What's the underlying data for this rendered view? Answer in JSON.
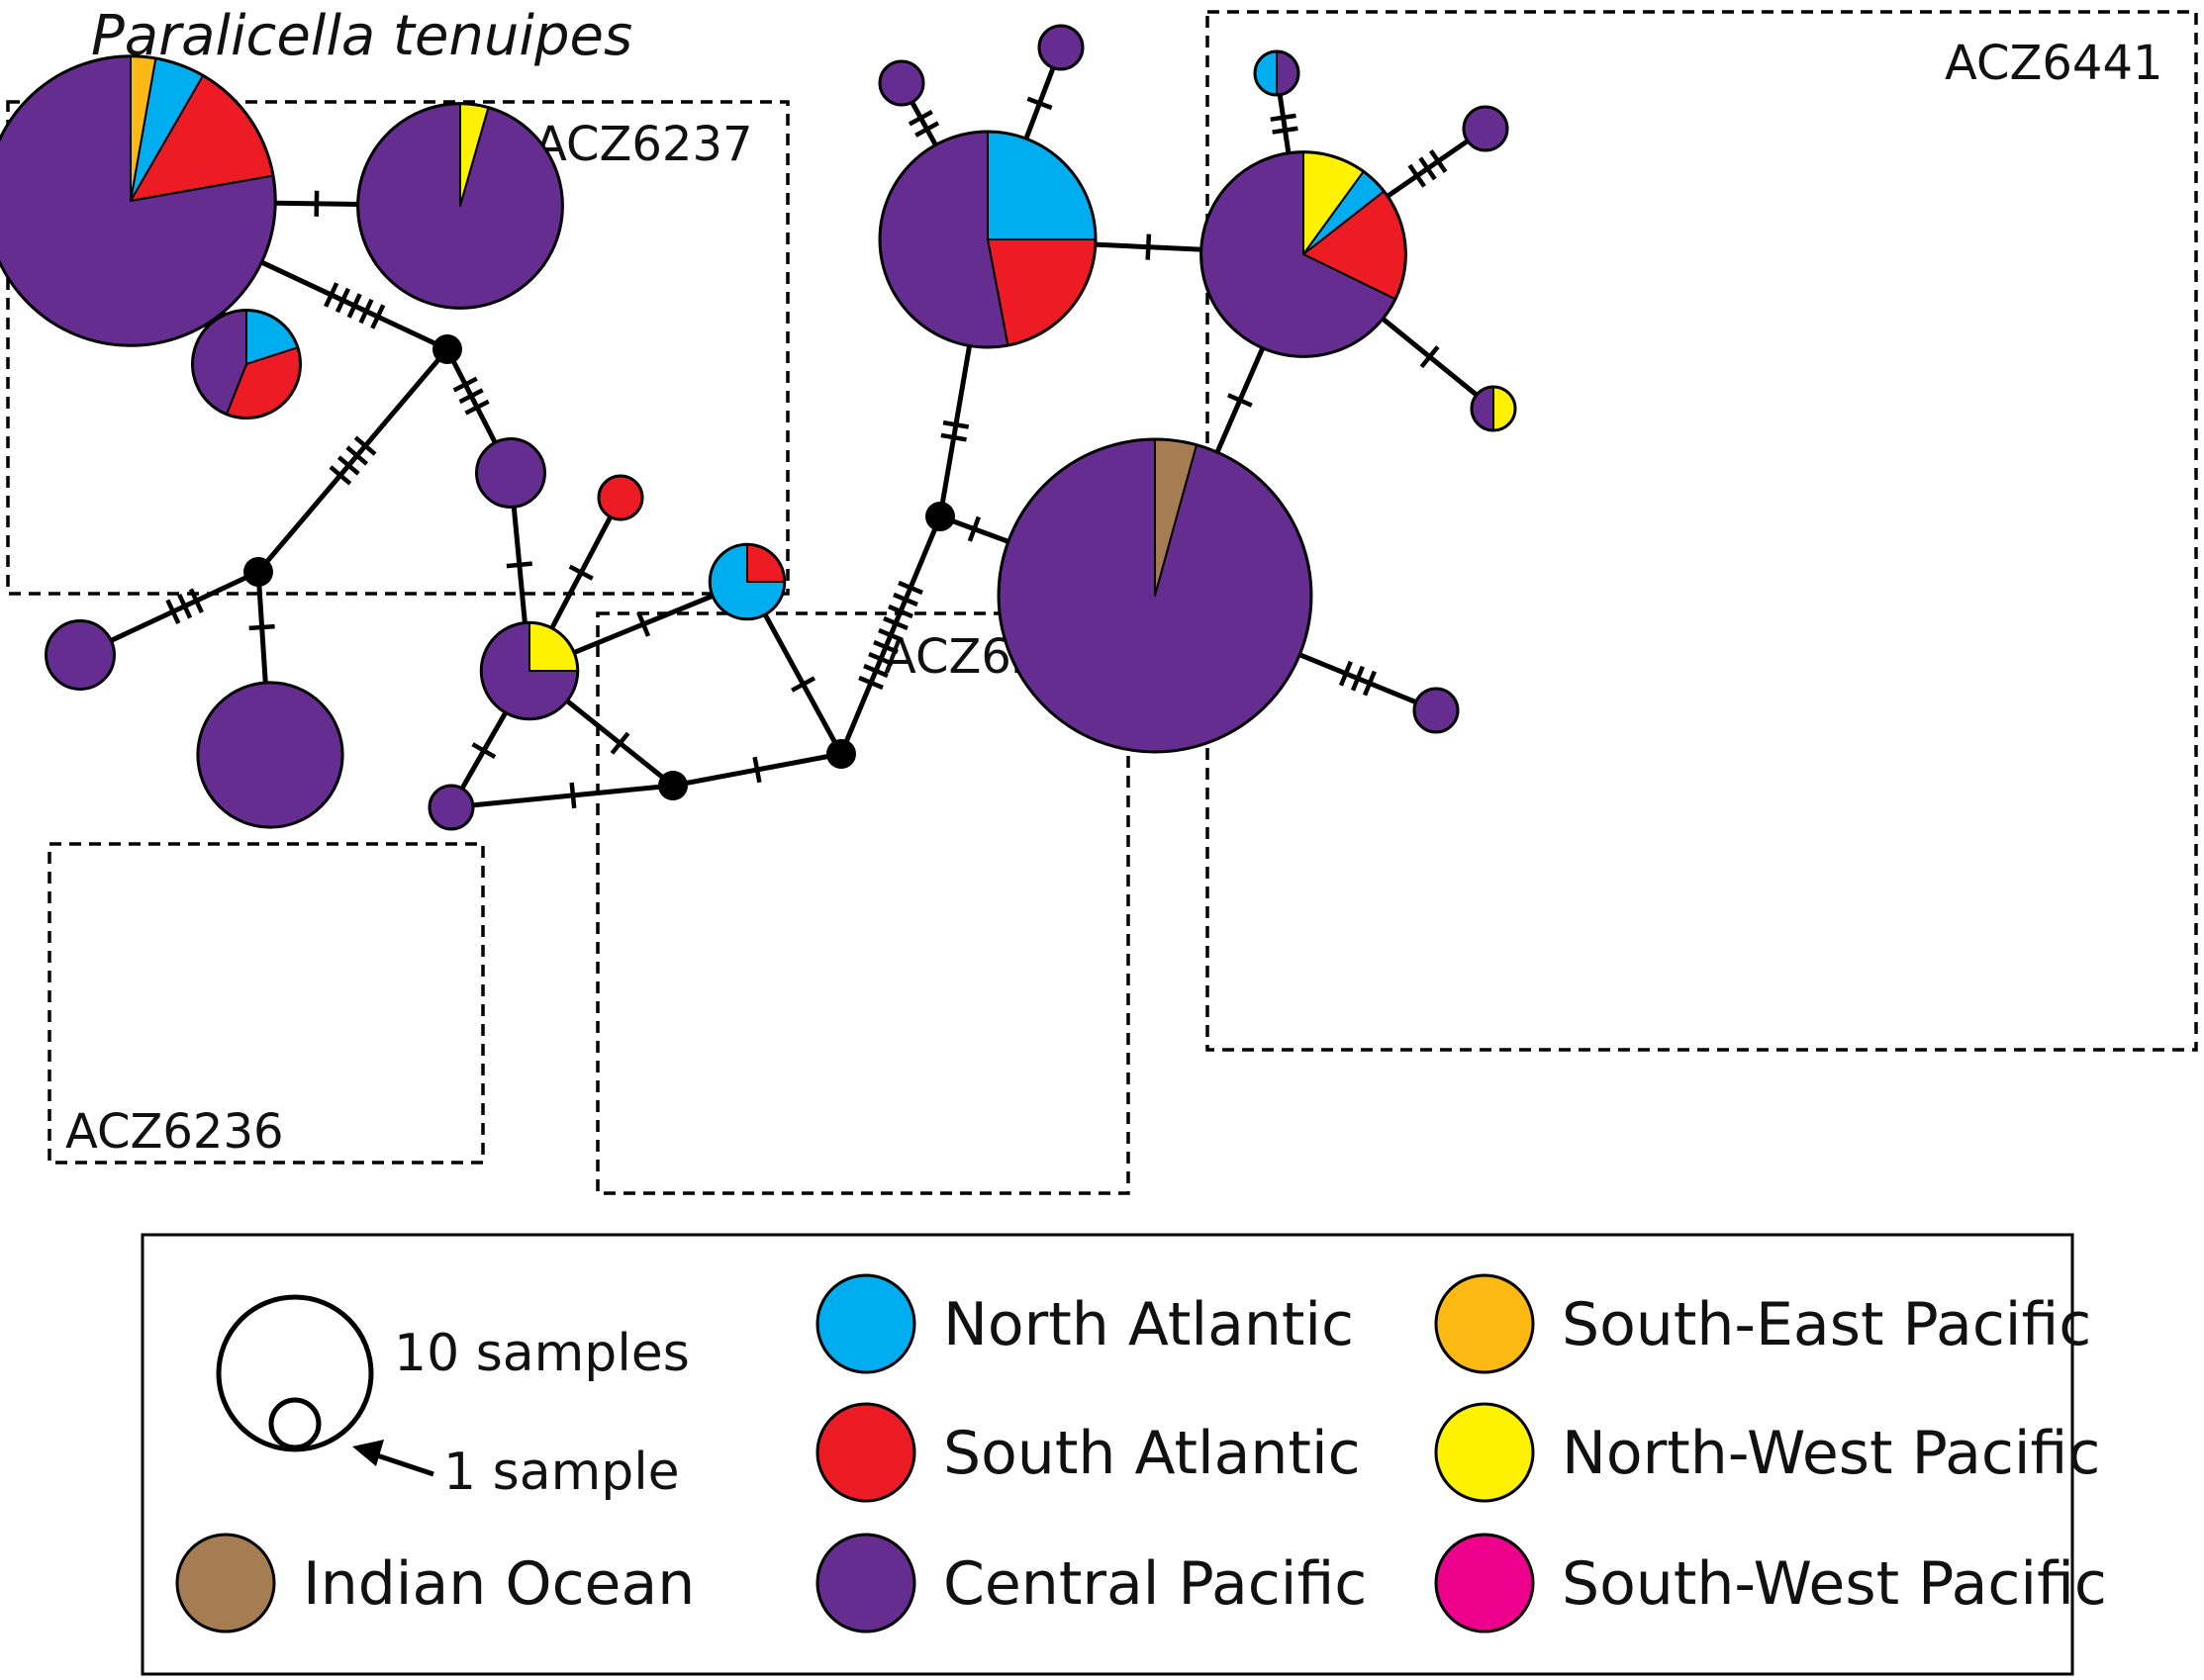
{
  "title": "Paralicella tenuipes",
  "colors": {
    "North Atlantic": "#00AEEF",
    "South Atlantic": "#ED1C24",
    "Central Pacific": "#662D91",
    "South-East Pacific": "#FDB913",
    "North-West Pacific": "#FFF200",
    "South-West Pacific": "#EC008C",
    "Indian Ocean": "#A67C52"
  },
  "groups": [
    {
      "id": "g6237",
      "label": "ACZ6237"
    },
    {
      "id": "g6235",
      "label": "ACZ6235"
    },
    {
      "id": "g6236",
      "label": "ACZ6236"
    },
    {
      "id": "g6441",
      "label": "ACZ6441"
    }
  ],
  "haplotypes": [
    {
      "id": "A1",
      "samples": 18,
      "composition": {
        "South-East Pacific": 0.5,
        "North Atlantic": 1,
        "South Atlantic": 2.5,
        "Central Pacific": 14
      }
    },
    {
      "id": "A2",
      "samples": 9,
      "composition": {
        "North-West Pacific": 0.4,
        "Central Pacific": 8.6
      }
    },
    {
      "id": "A3",
      "samples": 2.5,
      "composition": {
        "North Atlantic": 0.5,
        "South Atlantic": 0.9,
        "Central Pacific": 1.1
      }
    },
    {
      "id": "C1",
      "samples": 1,
      "composition": {
        "Central Pacific": 1
      }
    },
    {
      "id": "C2",
      "samples": 4.5,
      "composition": {
        "Central Pacific": 4.5
      }
    },
    {
      "id": "B1",
      "samples": 1,
      "composition": {
        "Central Pacific": 1
      }
    },
    {
      "id": "B2",
      "samples": 0.6,
      "composition": {
        "South Atlantic": 0.6
      }
    },
    {
      "id": "B3",
      "samples": 1.2,
      "composition": {
        "South Atlantic": 0.3,
        "North Atlantic": 0.9
      }
    },
    {
      "id": "B4",
      "samples": 2,
      "composition": {
        "North-West Pacific": 0.5,
        "Central Pacific": 1.5
      }
    },
    {
      "id": "B5",
      "samples": 0.8,
      "composition": {
        "Central Pacific": 0.8
      }
    },
    {
      "id": "D1",
      "samples": 10,
      "composition": {
        "North Atlantic": 2.5,
        "South Atlantic": 2.2,
        "Central Pacific": 5.3
      }
    },
    {
      "id": "D2",
      "samples": 9,
      "composition": {
        "North-West Pacific": 0.9,
        "North Atlantic": 0.4,
        "South Atlantic": 1.6,
        "Central Pacific": 6.1
      }
    },
    {
      "id": "D3",
      "samples": 21,
      "composition": {
        "Indian Ocean": 0.9,
        "Central Pacific": 20.1
      }
    },
    {
      "id": "D4",
      "samples": 0.8,
      "composition": {
        "Central Pacific": 0.8
      }
    },
    {
      "id": "D5",
      "samples": 0.8,
      "composition": {
        "Central Pacific": 0.8
      }
    },
    {
      "id": "D6",
      "samples": 0.8,
      "composition": {
        "Central Pacific": 0.4,
        "North Atlantic": 0.4
      }
    },
    {
      "id": "D7",
      "samples": 0.8,
      "composition": {
        "Central Pacific": 0.8
      }
    },
    {
      "id": "D8",
      "samples": 0.8,
      "composition": {
        "North-West Pacific": 0.4,
        "Central Pacific": 0.4
      }
    },
    {
      "id": "D9",
      "samples": 0.8,
      "composition": {
        "Central Pacific": 0.8
      }
    }
  ],
  "median_vectors": [
    "M1",
    "M2",
    "M3",
    "M4",
    "M5"
  ],
  "edges": [
    {
      "from": "A1",
      "to": "A2",
      "mutations": 1
    },
    {
      "from": "A1",
      "to": "A3",
      "mutations": 1
    },
    {
      "from": "A1",
      "to": "M1",
      "mutations": 5
    },
    {
      "from": "M1",
      "to": "M2",
      "mutations": 4
    },
    {
      "from": "M1",
      "to": "B1",
      "mutations": 3
    },
    {
      "from": "M2",
      "to": "C1",
      "mutations": 3
    },
    {
      "from": "M2",
      "to": "C2",
      "mutations": 1
    },
    {
      "from": "B1",
      "to": "B4",
      "mutations": 1
    },
    {
      "from": "B4",
      "to": "B2",
      "mutations": 1
    },
    {
      "from": "B4",
      "to": "B3",
      "mutations": 1
    },
    {
      "from": "B4",
      "to": "B5",
      "mutations": 1
    },
    {
      "from": "B4",
      "to": "M3",
      "mutations": 1
    },
    {
      "from": "B5",
      "to": "M3",
      "mutations": 1
    },
    {
      "from": "M3",
      "to": "M4",
      "mutations": 1
    },
    {
      "from": "B3",
      "to": "M4",
      "mutations": 1
    },
    {
      "from": "M4",
      "to": "M5",
      "mutations": 9
    },
    {
      "from": "M5",
      "to": "D1",
      "mutations": 2
    },
    {
      "from": "M5",
      "to": "D3",
      "mutations": 1
    },
    {
      "from": "D1",
      "to": "D2",
      "mutations": 1
    },
    {
      "from": "D1",
      "to": "D4",
      "mutations": 2
    },
    {
      "from": "D1",
      "to": "D5",
      "mutations": 1
    },
    {
      "from": "D2",
      "to": "D6",
      "mutations": 2
    },
    {
      "from": "D2",
      "to": "D7",
      "mutations": 3
    },
    {
      "from": "D2",
      "to": "D8",
      "mutations": 1
    },
    {
      "from": "D2",
      "to": "D3",
      "mutations": 1
    },
    {
      "from": "D3",
      "to": "D9",
      "mutations": 3
    }
  ],
  "legend": {
    "scale_large_label": "10 samples",
    "scale_small_label": "1 sample",
    "items": [
      {
        "label": "North Atlantic",
        "region": "North Atlantic"
      },
      {
        "label": "South Atlantic",
        "region": "South Atlantic"
      },
      {
        "label": "Central Pacific",
        "region": "Central Pacific"
      },
      {
        "label": "South-East Pacific",
        "region": "South-East Pacific"
      },
      {
        "label": "North-West Pacific",
        "region": "North-West Pacific"
      },
      {
        "label": "South-West Pacific",
        "region": "South-West Pacific"
      },
      {
        "label": "Indian Ocean",
        "region": "Indian Ocean"
      }
    ]
  }
}
